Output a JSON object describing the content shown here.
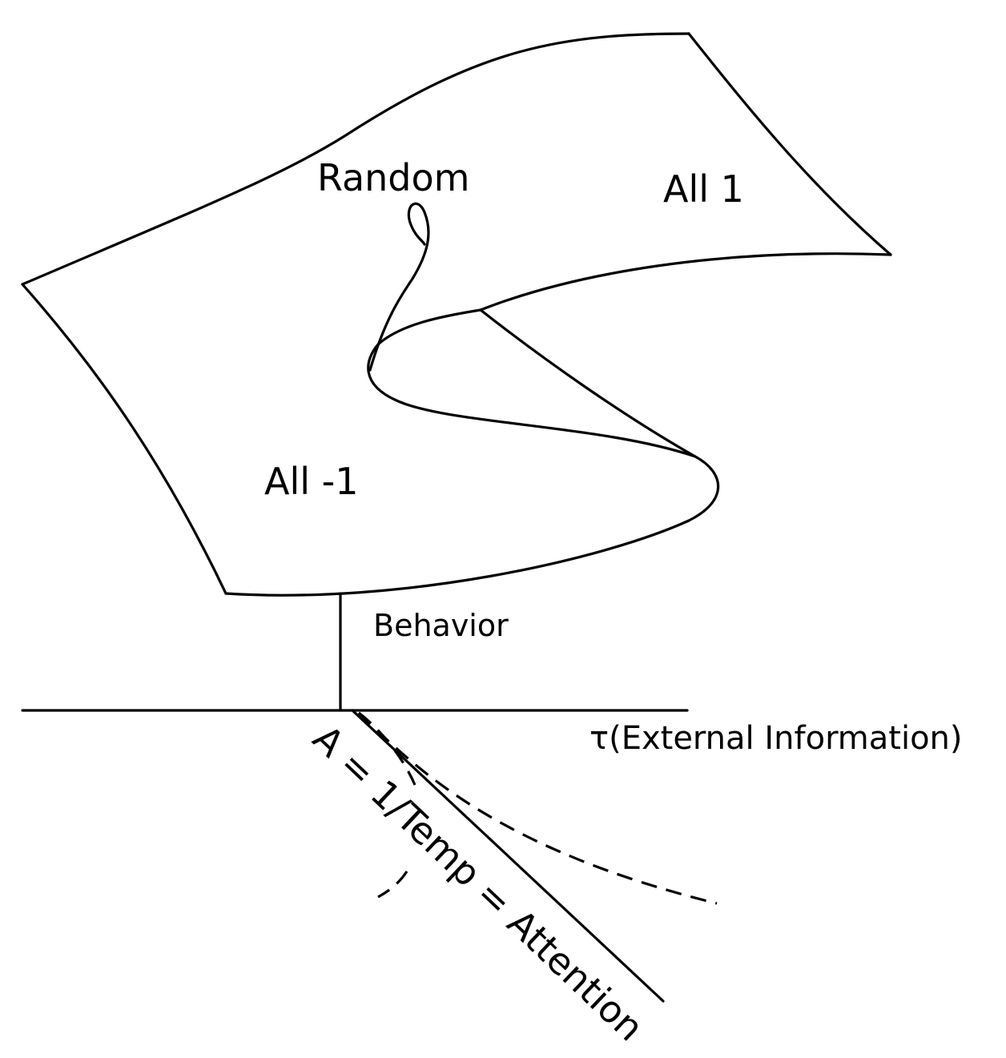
{
  "labels": {
    "random": "Random",
    "all_pos": "All 1",
    "all_neg": "All -1",
    "behavior": "Behavior",
    "tau_axis": "τ(External Information)",
    "attention_axis": "A = 1/Temp = Attention"
  },
  "colors": {
    "stroke": "#000000",
    "background": "#ffffff"
  }
}
